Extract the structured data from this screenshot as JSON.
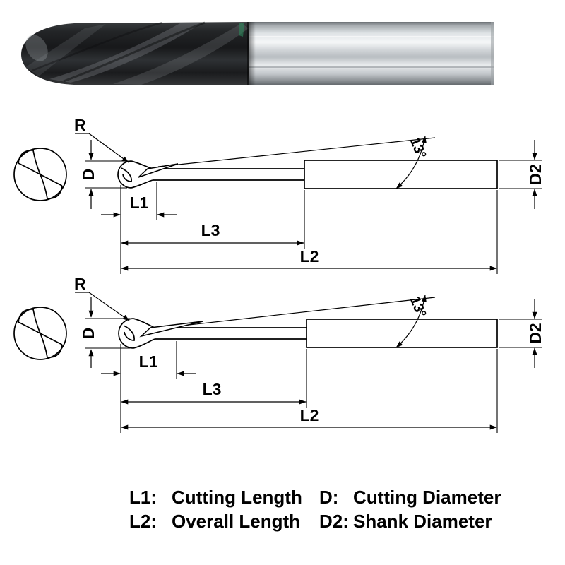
{
  "colors": {
    "outline": "#000000",
    "coating_dark": "#1a1b1d",
    "shank_light": "#e8eaec",
    "background": "#ffffff"
  },
  "dim_labels": {
    "r": "R",
    "d": "D",
    "d2": "D2",
    "l1": "L1",
    "l2": "L2",
    "l3": "L3",
    "angle": "13°"
  },
  "legend": {
    "items": [
      {
        "key": "L1:",
        "desc": "Cutting Length"
      },
      {
        "key": "D:",
        "desc": "Cutting Diameter"
      },
      {
        "key": "L2:",
        "desc": "Overall Length"
      },
      {
        "key": "D2:",
        "desc": "Shank Diameter"
      }
    ]
  }
}
